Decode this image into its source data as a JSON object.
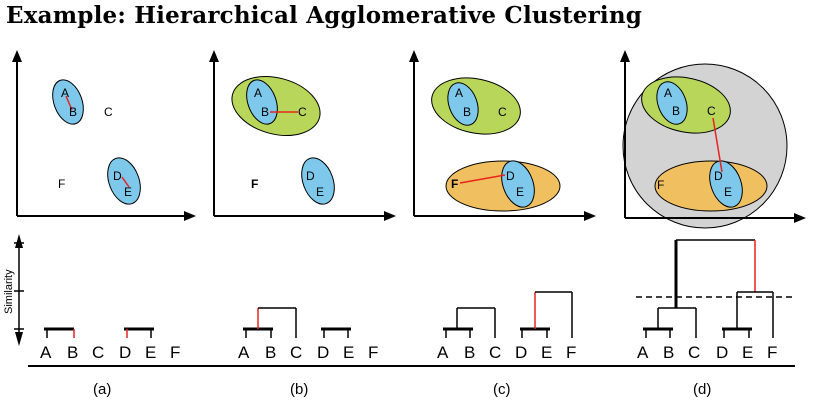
{
  "title": "Example: Hierarchical Agglomerative Clustering",
  "y_axis_label": "Similarity",
  "points": [
    "A",
    "B",
    "C",
    "D",
    "E",
    "F"
  ],
  "dendrogram_leaves": [
    "A",
    "B",
    "C",
    "D",
    "E",
    "F"
  ],
  "panels": [
    {
      "caption": "(a)"
    },
    {
      "caption": "(b)"
    },
    {
      "caption": "(c)"
    },
    {
      "caption": "(d)"
    }
  ],
  "colors": {
    "cluster_blue": "#7ec8ec",
    "cluster_green": "#b8d65a",
    "cluster_orange": "#f0c060",
    "cluster_gray": "#d3d3d3",
    "link_red": "#e8231e"
  }
}
